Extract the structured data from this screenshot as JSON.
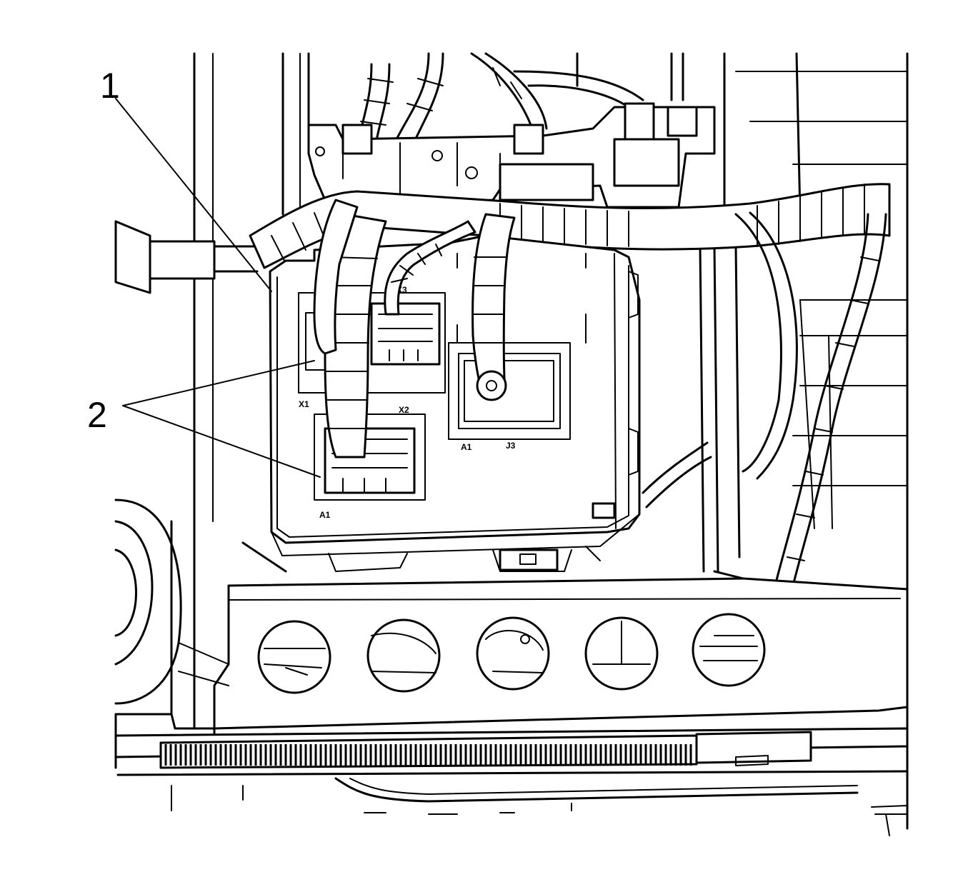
{
  "callouts": [
    {
      "id": "callout-1",
      "label": "1"
    },
    {
      "id": "callout-2",
      "label": "2"
    }
  ],
  "connector_marks": {
    "c1": "X3",
    "c2": "X1",
    "c3": "X2",
    "c4": "A1",
    "c5": "J3"
  },
  "colors": {
    "line": "#000000",
    "background": "#ffffff"
  }
}
